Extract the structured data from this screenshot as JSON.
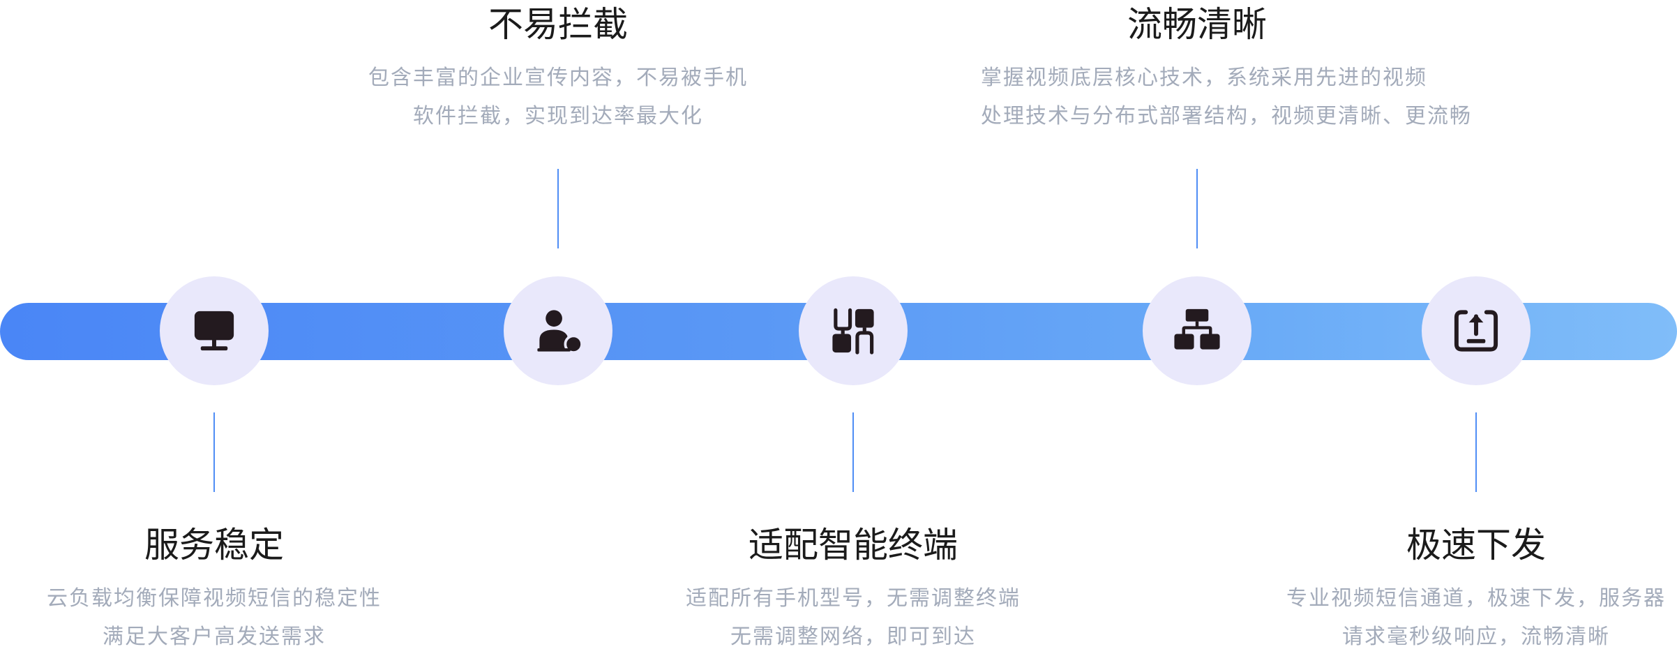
{
  "colors": {
    "track_start": "#4a86f6",
    "track_end": "#80bdf9",
    "node_background": "#e9e8fb",
    "icon_color": "#231a1f",
    "connector": "#4f8df5",
    "title_text": "#1b1b1b",
    "description_text": "#a3abba"
  },
  "features": [
    {
      "icon": "monitor-icon",
      "title": "服务稳定",
      "lines": [
        "云负载均衡保障视频短信的稳定性",
        "满足大客户高发送需求"
      ]
    },
    {
      "icon": "customer-service-icon",
      "title": "不易拦截",
      "lines": [
        "包含丰富的企业宣传内容，不易被手机",
        "软件拦截，实现到达率最大化"
      ]
    },
    {
      "icon": "device-adapt-icon",
      "title": "适配智能终端",
      "lines": [
        "适配所有手机型号，无需调整终端",
        "无需调整网络，即可到达"
      ]
    },
    {
      "icon": "hierarchy-icon",
      "title": "流畅清晰",
      "lines": [
        "掌握视频底层核心技术，系统采用先进的视频",
        "处理技术与分布式部署结构，视频更清晰、更流畅"
      ]
    },
    {
      "icon": "upload-icon",
      "title": "极速下发",
      "lines": [
        "专业视频短信通道，极速下发，服务器",
        "请求毫秒级响应，流畅清晰"
      ]
    }
  ]
}
